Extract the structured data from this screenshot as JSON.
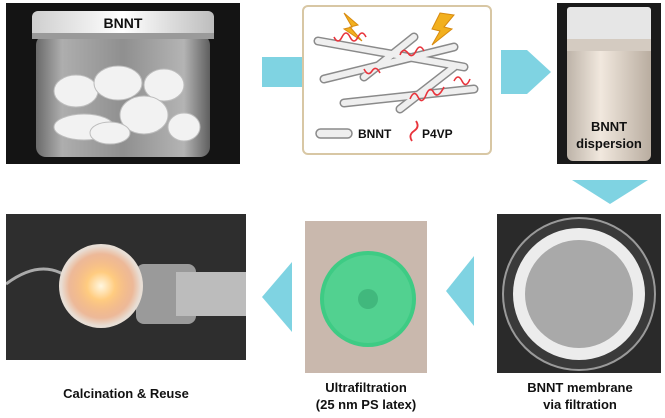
{
  "panels": {
    "jar": {
      "label": "BNNT"
    },
    "dispersion": {
      "caption": [
        "BNNT",
        "dispersion"
      ]
    },
    "membrane": {
      "caption": [
        "BNNT membrane",
        "via filtration"
      ]
    },
    "ultrafiltration": {
      "caption": [
        "Ultrafiltration",
        "(25 nm PS latex)"
      ]
    },
    "calcination": {
      "caption": "Calcination & Reuse"
    }
  },
  "schematic": {
    "legend": {
      "tube_label": "BNNT",
      "polymer_label": "P4VP"
    }
  },
  "colors": {
    "arrow": "#7fd3e2",
    "polymer": "#e8343c",
    "lightning": "#f2b01e",
    "schematic_border": "#d8c7a4",
    "membrane_green": "#3ecb84"
  }
}
